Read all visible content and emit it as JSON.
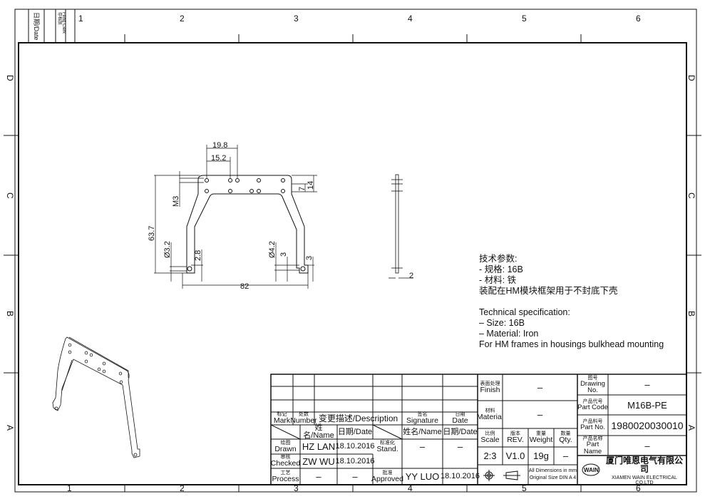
{
  "zones": {
    "columns": [
      "1",
      "2",
      "3",
      "4",
      "5",
      "6"
    ],
    "rows": [
      "D",
      "C",
      "B",
      "A"
    ]
  },
  "filing_box": {
    "date_label": "日期/Date",
    "filing_label_cn": "存档员",
    "filing_label_en": "Filing Clerk"
  },
  "front_view": {
    "dimensions": [
      "19.8",
      "15.2",
      "M3",
      "7",
      "14",
      "63.7",
      "Ø3.2",
      "2.8",
      "Ø4.2",
      "3",
      "3",
      "82"
    ]
  },
  "side_view": {
    "thickness": "2"
  },
  "notes": {
    "cn": [
      "技术参数:",
      "- 规格: 16B",
      "- 材料: 铁",
      "装配在HM模块框架用于不封底下壳"
    ],
    "en": [
      "Technical specification:",
      "–  Size: 16B",
      "–  Material: Iron",
      "For HM frames in housings bulkhead mounting"
    ]
  },
  "revision_table": {
    "mark_cn": "标记",
    "mark_en": "Mark",
    "number_cn": "处数",
    "number_en": "Number",
    "description": "变更描述/Description",
    "signature_cn": "签名",
    "signature_en": "Signature",
    "date_cn": "日期",
    "date_en": "Date",
    "name_header": "姓名/Name",
    "date_header": "日期/Date",
    "name_header2": "姓名/Name",
    "date_header2": "日期/Date",
    "drawn_cn": "绘图",
    "drawn_en": "Drawn",
    "drawn_name": "HZ  LAN",
    "drawn_date": "18.10.2016",
    "stand_cn": "标准化",
    "stand_en": "Stand.",
    "stand_name": "–",
    "stand_date": "–",
    "checked_cn": "审核",
    "checked_en": "Checked",
    "checked_name": "ZW  WU",
    "checked_date": "18.10.2016",
    "process_cn": "工艺",
    "process_en": "Process",
    "process_name": "–",
    "process_date": "–",
    "approved_cn": "批准",
    "approved_en": "Approved",
    "approved_name": "YY  LUO",
    "approved_date": "18.10.2016"
  },
  "title_block": {
    "finish_cn": "表面处理",
    "finish_en": "Finish",
    "finish": "–",
    "material_cn": "材料",
    "material_en": "Material",
    "material": "–",
    "scale_cn": "比例",
    "scale_en": "Scale",
    "scale": "2:3",
    "rev_cn": "版本",
    "rev_en": "REV.",
    "rev": "V1.0",
    "weight_cn": "重量",
    "weight_en": "Weight",
    "weight": "19g",
    "qty_cn": "数量",
    "qty_en": "Qty.",
    "qty": "–",
    "dims_note1": "All Dimensions in mm",
    "dims_note2": "Original Size DIN A 4",
    "drawing_no_cn": "图号",
    "drawing_no_en": "Drawing No.",
    "drawing_no": "–",
    "part_code_cn": "产品代号",
    "part_code_en": "Part Code",
    "part_code": "M16B-PE",
    "part_no_cn": "产品料号",
    "part_no_en": "Part No.",
    "part_no": "1980020030010",
    "part_name_cn": "产品名称",
    "part_name_en": "Part Name",
    "part_name": "–",
    "logo": "WAIN",
    "company_cn": "厦门唯恩电气有限公司",
    "company_en": "XIAMEN WAIN ELECTRICAL CO.LTD"
  }
}
